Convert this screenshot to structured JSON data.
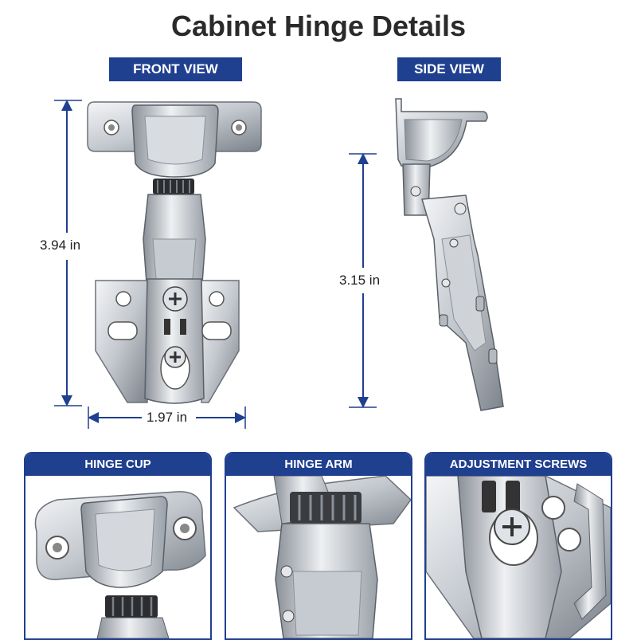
{
  "title": "Cabinet Hinge Details",
  "views": {
    "front": "FRONT VIEW",
    "side": "SIDE VIEW"
  },
  "dimensions": {
    "front_height": "3.94 in",
    "front_width": "1.97 in",
    "side_height": "3.15 in"
  },
  "panels": [
    {
      "label": "HINGE CUP"
    },
    {
      "label": "HINGE ARM"
    },
    {
      "label": "ADJUSTMENT SCREWS"
    }
  ],
  "colors": {
    "accent": "#1f3f8f",
    "metal_light": "#e9ebee",
    "metal_mid": "#b7bcc3",
    "metal_dark": "#5b6068"
  }
}
